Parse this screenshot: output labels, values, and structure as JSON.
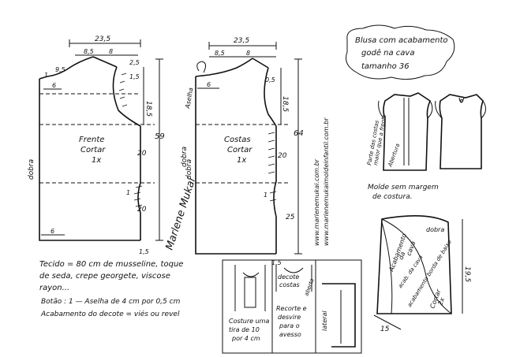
{
  "front": {
    "width": "23,5",
    "seg_left": "8,5",
    "seg_right": "8",
    "neck_h": "2,5",
    "shoulder_drop": "9,5",
    "shoulder_w": "1,5",
    "armhole": "18,5",
    "side_gap": "6",
    "side_gap_bottom": "6",
    "total_len": "59",
    "waist": "20",
    "hip": "20",
    "hem": "1,5",
    "mark": "1",
    "title": "Frente",
    "cut": "Cortar",
    "qty": "1x",
    "fold": "dobra"
  },
  "back": {
    "width": "23,5",
    "seg_left": "8,5",
    "seg_right": "8",
    "neck_h": "0,5",
    "armhole": "18,5",
    "side_gap": "6",
    "total_len": "64",
    "waist": "20",
    "hip": "25",
    "hem": "1,5",
    "mark": "1",
    "loop": "Aselha",
    "title": "Costas",
    "cut": "Cortar",
    "qty": "1x",
    "fold": "dobra"
  },
  "header": {
    "title_line1": "Blusa com acabamento",
    "title_line2": "godê na cava",
    "title_line3": "tamanho 36"
  },
  "signature": "Marlene Mukai",
  "website": {
    "line1": "www.marlenemukai.com.br",
    "line2": "www.marlenemukaimoldeinfantil.com.br"
  },
  "sketch": {
    "note1": "Parte das costas",
    "note2": "maior que a frente",
    "note3": "Abertura",
    "caption1": "Molde sem margem",
    "caption2": "de costura."
  },
  "godet": {
    "label1": "Acabamento",
    "label2": "da",
    "label3": "cava",
    "label4": "acabamento borda de baixo",
    "label5": "acab. da cava",
    "fold": "dobra",
    "cut": "Cortar",
    "qty": "2x",
    "dim_r": "19,5",
    "dim_b": "15"
  },
  "notes": {
    "fabric": "Tecido = 80 cm de musseline, toque de seda, crepe georgete, viscose rayon...",
    "fabric_l1": "Tecido = 80 cm  de  musseline, toque",
    "fabric_l2": "de seda, crepe georgete, viscose",
    "fabric_l3": "rayon...",
    "button": "Botão : 1 — Aselha de 4 cm por 0,5 cm",
    "finish": "Acabamento do decote = viés ou revel"
  },
  "detail": {
    "decote": "decote",
    "costas": "costas",
    "aberta": "aberta",
    "caption_a1": "Costure uma",
    "caption_a2": "tira de 10",
    "caption_a3": "por 4 cm",
    "caption_b1": "Recorte e",
    "caption_b2": "desvire",
    "caption_b3": "para o",
    "caption_b4": "avesso",
    "lateral": "lateral"
  }
}
